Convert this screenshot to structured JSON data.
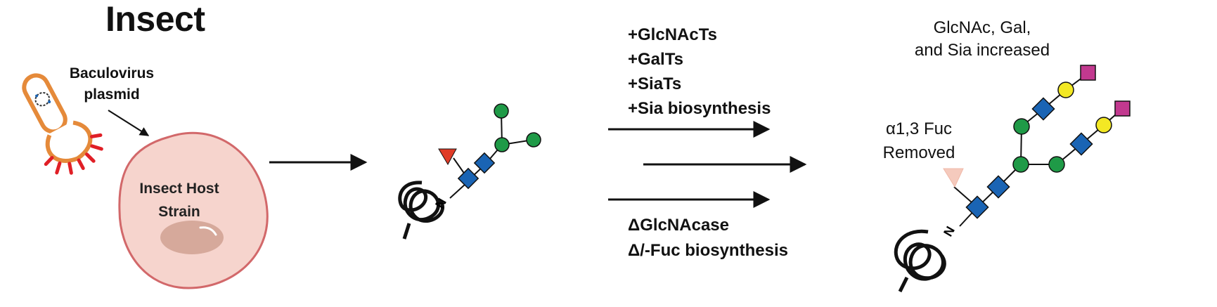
{
  "title": "Insect",
  "baculovirus_label": [
    "Baculovirus",
    "plasmid"
  ],
  "host_label": [
    "Insect Host",
    "Strain"
  ],
  "added_enzymes": [
    "+GlcNAcTs",
    "+GalTs",
    "+SiaTs",
    "+Sia biosynthesis"
  ],
  "removed_enzymes": [
    "ΔGlcNAcase",
    "Δ/-Fuc biosynthesis"
  ],
  "result_note": [
    "GlcNAc, Gal,",
    "and Sia increased"
  ],
  "fucose_note": [
    "α1,3 Fuc",
    "Removed"
  ],
  "linkage_label": "N",
  "colors": {
    "glcnac_blue": "#1a64b4",
    "mannose_green": "#1f9a47",
    "galactose_yellow": "#f3e824",
    "sialic_magenta": "#c2398f",
    "fucose_red": "#e03b27",
    "fucose_faded": "#f5cabd",
    "cell_fill": "#f6d4cd",
    "cell_border": "#d2686a",
    "nucleus": "#d6a99b",
    "phage_orange": "#e58a3a",
    "phage_red": "#e01f26"
  },
  "icons": [
    "baculovirus-icon",
    "insect-cell-icon",
    "protein-coil-icon",
    "glycan-icon"
  ]
}
